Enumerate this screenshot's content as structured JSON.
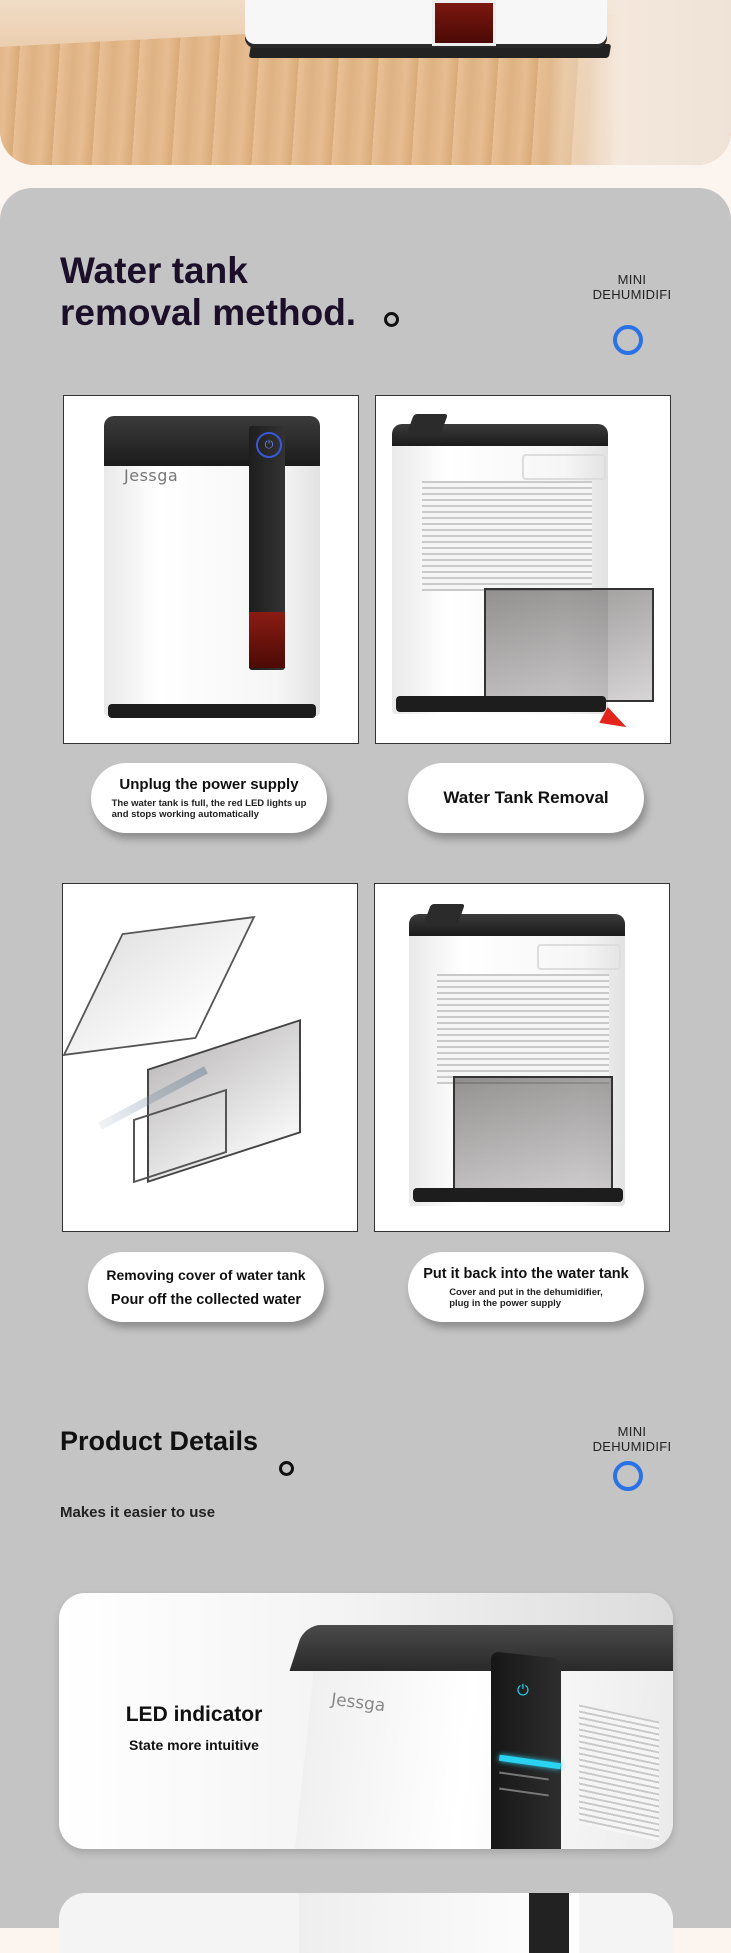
{
  "section_removal": {
    "title_line1": "Water tank",
    "title_line2": "removal method.",
    "brand_line1": "MINI",
    "brand_line2": "DEHUMIDIFI"
  },
  "product_logo": "Jessga",
  "steps": [
    {
      "title": "Unplug the power supply",
      "detail_line1": "The water tank is full, the red LED lights up",
      "detail_line2": "and stops working automatically"
    },
    {
      "title": "Water Tank Removal"
    },
    {
      "title": "Removing cover of water tank",
      "title2": "Pour off the collected water"
    },
    {
      "title": "Put it back into the water tank",
      "detail_line1": "Cover and put in the dehumidifier,",
      "detail_line2": "plug in the power supply"
    }
  ],
  "section_details": {
    "title": "Product Details",
    "subtitle": "Makes it easier to use",
    "brand_line1": "MINI",
    "brand_line2": "DEHUMIDIFI"
  },
  "feature_card": {
    "title": "LED indicator",
    "subtitle": "State more intuitive"
  },
  "colors": {
    "panel_bg": "#c4c4c4",
    "accent_blue": "#2a72e6",
    "tank_red": "#7c1710",
    "led_cyan": "#2ad4f0"
  },
  "icons": [
    "power-icon",
    "arrow-down-right-icon"
  ]
}
